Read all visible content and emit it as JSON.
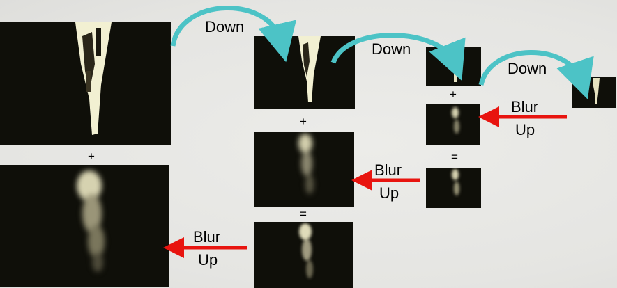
{
  "labels": {
    "down_1": "Down",
    "down_2": "Down",
    "down_3": "Down",
    "blur_1": "Blur",
    "up_1": "Up",
    "blur_2": "Blur",
    "up_2": "Up",
    "blur_3": "Blur",
    "up_3": "Up"
  },
  "operators": {
    "plus_1": "+",
    "plus_2": "+",
    "plus_3": "+",
    "equals_1": "=",
    "equals_2": "="
  },
  "colors": {
    "background": "#e8e8e5",
    "panel": "#0f0f09",
    "highlight": "#f2f0d2",
    "down_arrow": "#4cc3c6",
    "up_arrow": "#e8140f"
  }
}
